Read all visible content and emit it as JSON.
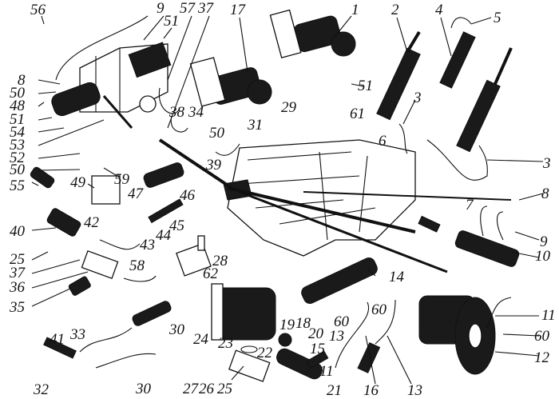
{
  "figure": {
    "type": "exploded parts diagram",
    "labels": [
      "56",
      "9",
      "51",
      "57",
      "37",
      "17",
      "1",
      "2",
      "4",
      "5",
      "8",
      "50",
      "48",
      "51",
      "54",
      "53",
      "52",
      "50",
      "55",
      "49",
      "59",
      "47",
      "46",
      "38",
      "34",
      "50",
      "31",
      "39",
      "29",
      "51",
      "61",
      "3",
      "6",
      "3",
      "7",
      "8",
      "9",
      "10",
      "40",
      "42",
      "45",
      "44",
      "43",
      "25",
      "37",
      "36",
      "35",
      "58",
      "28",
      "62",
      "30",
      "24",
      "33",
      "41",
      "32",
      "30",
      "23",
      "22",
      "27",
      "26",
      "25",
      "14",
      "60",
      "60",
      "19",
      "18",
      "20",
      "13",
      "15",
      "11",
      "21",
      "16",
      "13",
      "11",
      "60",
      "12"
    ]
  }
}
